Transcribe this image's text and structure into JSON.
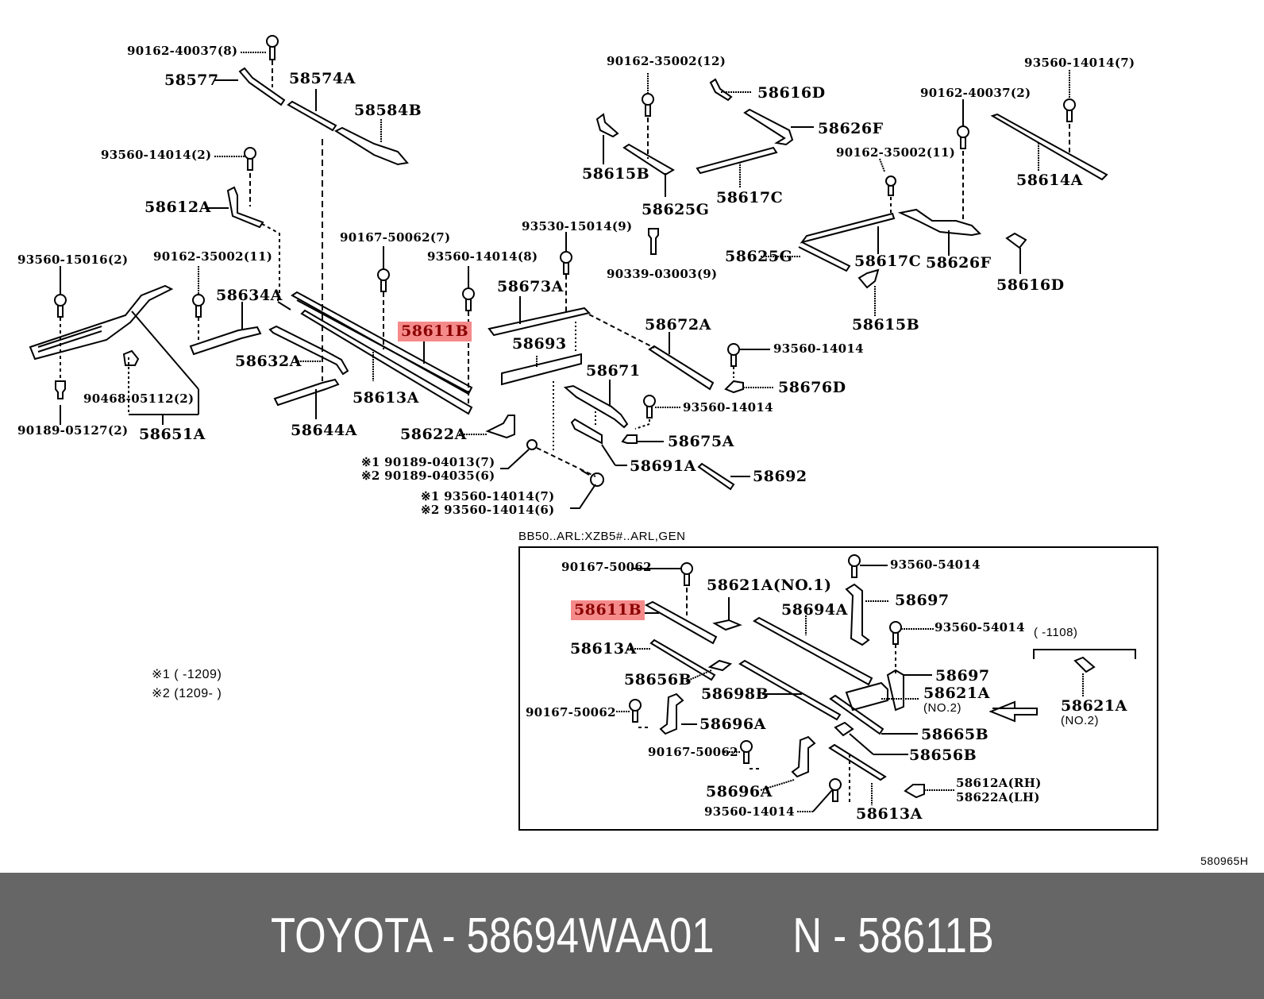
{
  "diagram": {
    "reference_code": "580965H",
    "inset_title": "BB50..ARL:XZB5#..ARL,GEN",
    "notes": [
      {
        "mark": "※1",
        "text": "※1 (        -1209)"
      },
      {
        "mark": "※2",
        "text": "※2 (1209-        )"
      }
    ],
    "highlight_color": "#f58a8a",
    "highlighted_part": "58611B",
    "labels": {
      "p90162_40037_8": "90162-40037(8)",
      "p58577": "58577",
      "p58574A": "58574A",
      "p58584B": "58584B",
      "p93560_14014_2": "93560-14014(2)",
      "p58612A": "58612A",
      "p93560_15016_2": "93560-15016(2)",
      "p90162_35002_11a": "90162-35002(11)",
      "p58634A": "58634A",
      "p90167_50062_7": "90167-50062(7)",
      "p93560_14014_8": "93560-14014(8)",
      "p58611B": "58611B",
      "p58632A": "58632A",
      "p58613A": "58613A",
      "p90468_05112_2": "90468-05112(2)",
      "p90189_05127_2": "90189-05127(2)",
      "p58651A": "58651A",
      "p58644A": "58644A",
      "p58622A": "58622A",
      "p90189_04013_7": "※1 90189-04013(7)",
      "p90189_04035_6": "※2 90189-04035(6)",
      "p93560_14014_7s": "※1 93560-14014(7)",
      "p93560_14014_6s": "※2 93560-14014(6)",
      "p93530_15014_9": "93530-15014(9)",
      "p90339_03003_9": "90339-03003(9)",
      "p58673A": "58673A",
      "p58693": "58693",
      "p58671": "58671",
      "p58672A": "58672A",
      "p93560_14014_a": "93560-14014",
      "p58676D": "58676D",
      "p93560_14014_b": "93560-14014",
      "p58675A": "58675A",
      "p58691A": "58691A",
      "p58692": "58692",
      "p90162_35002_12": "90162-35002(12)",
      "p58616D_a": "58616D",
      "p58626F_a": "58626F",
      "p58615B_a": "58615B",
      "p58625G_a": "58625G",
      "p58617C_a": "58617C",
      "p90162_40037_2": "90162-40037(2)",
      "p93560_14014_7": "93560-14014(7)",
      "p90162_35002_11b": "90162-35002(11)",
      "p58614A": "58614A",
      "p58625G_b": "58625G",
      "p58617C_b": "58617C",
      "p58626F_b": "58626F",
      "p58616D_b": "58616D",
      "p58615B_b": "58615B"
    },
    "inset_labels": {
      "i90167_50062_a": "90167-50062",
      "i58611B": "58611B",
      "i58621A_no1": "58621A(NO.1)",
      "i58694A": "58694A",
      "i93560_54014_a": "93560-54014",
      "i58697_a": "58697",
      "i93560_54014_b": "93560-54014",
      "i58613A_a": "58613A",
      "i58656B_a": "58656B",
      "i58698B": "58698B",
      "i58697_b": "58697",
      "i58621A_no2": "58621A",
      "i58621A_no2_sub": "(NO.2)",
      "i90167_50062_b": "90167-50062",
      "i58696A_a": "58696A",
      "i58665B": "58665B",
      "i90167_50062_c": "90167-50062",
      "i58656B_b": "58656B",
      "i58696A_b": "58696A",
      "i58612A_rh": "58612A(RH)",
      "i58622A_lh": "58622A(LH)",
      "i93560_14014": "93560-14014",
      "i58613A_b": "58613A",
      "i_range": "(      -1108)",
      "i58621A_alt": "58621A",
      "i58621A_alt_sub": "(NO.2)"
    }
  },
  "footer": {
    "brand": "TOYOTA",
    "part_number": "58694WAA01",
    "ref_prefix": "N",
    "ref_part": "58611B",
    "text": "TOYOTA - 58694WAA01       N - 58611B"
  }
}
